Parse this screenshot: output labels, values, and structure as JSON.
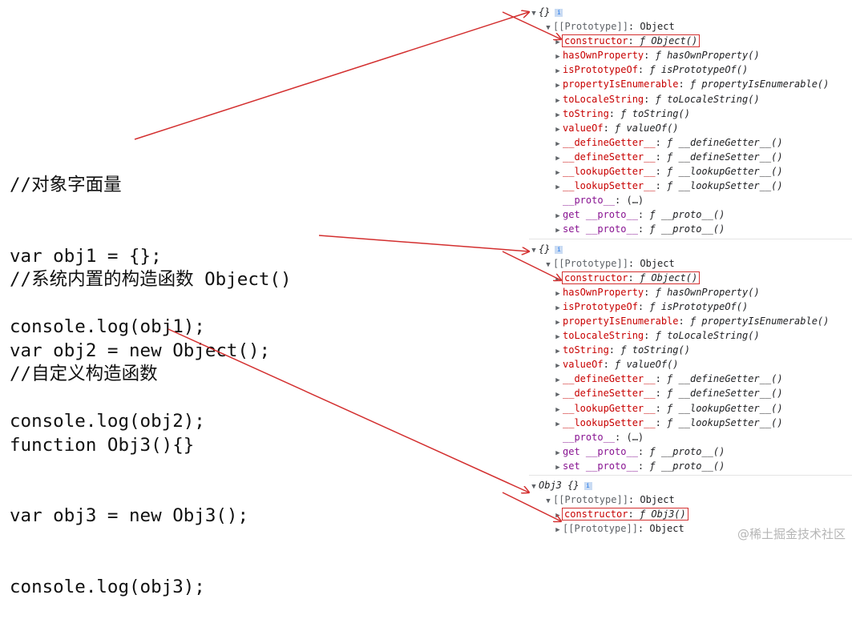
{
  "code": {
    "block1": [
      "//对象字面量",
      "var obj1 = {};",
      "console.log(obj1);"
    ],
    "block2": [
      "//系统内置的构造函数 Object()",
      "var obj2 = new Object();",
      "console.log(obj2);"
    ],
    "block3": [
      "//自定义构造函数",
      "function Obj3(){}",
      "var obj3 = new Obj3();",
      "console.log(obj3);"
    ]
  },
  "console": {
    "info_glyph": "i",
    "triangle_right": "▶",
    "triangle_down": "▼",
    "fsym": "ƒ",
    "entry1": {
      "header": "{}",
      "prototype_label": "[[Prototype]]",
      "prototype_value": "Object",
      "props": [
        {
          "key": "constructor",
          "value": "Object()"
        },
        {
          "key": "hasOwnProperty",
          "value": "hasOwnProperty()"
        },
        {
          "key": "isPrototypeOf",
          "value": "isPrototypeOf()"
        },
        {
          "key": "propertyIsEnumerable",
          "value": "propertyIsEnumerable()"
        },
        {
          "key": "toLocaleString",
          "value": "toLocaleString()"
        },
        {
          "key": "toString",
          "value": "toString()"
        },
        {
          "key": "valueOf",
          "value": "valueOf()"
        },
        {
          "key": "__defineGetter__",
          "value": "__defineGetter__()"
        },
        {
          "key": "__defineSetter__",
          "value": "__defineSetter__()"
        },
        {
          "key": "__lookupGetter__",
          "value": "__lookupGetter__()"
        },
        {
          "key": "__lookupSetter__",
          "value": "__lookupSetter__()"
        }
      ],
      "proto_key": "__proto__",
      "proto_value": "(…)",
      "getter": {
        "label": "get __proto__",
        "value": "__proto__()"
      },
      "setter": {
        "label": "set __proto__",
        "value": "__proto__()"
      }
    },
    "entry2": {
      "header": "{}",
      "prototype_label": "[[Prototype]]",
      "prototype_value": "Object",
      "props": [
        {
          "key": "constructor",
          "value": "Object()"
        },
        {
          "key": "hasOwnProperty",
          "value": "hasOwnProperty()"
        },
        {
          "key": "isPrototypeOf",
          "value": "isPrototypeOf()"
        },
        {
          "key": "propertyIsEnumerable",
          "value": "propertyIsEnumerable()"
        },
        {
          "key": "toLocaleString",
          "value": "toLocaleString()"
        },
        {
          "key": "toString",
          "value": "toString()"
        },
        {
          "key": "valueOf",
          "value": "valueOf()"
        },
        {
          "key": "__defineGetter__",
          "value": "__defineGetter__()"
        },
        {
          "key": "__defineSetter__",
          "value": "__defineSetter__()"
        },
        {
          "key": "__lookupGetter__",
          "value": "__lookupGetter__()"
        },
        {
          "key": "__lookupSetter__",
          "value": "__lookupSetter__()"
        }
      ],
      "proto_key": "__proto__",
      "proto_value": "(…)",
      "getter": {
        "label": "get __proto__",
        "value": "__proto__()"
      },
      "setter": {
        "label": "set __proto__",
        "value": "__proto__()"
      }
    },
    "entry3": {
      "header": "Obj3 {}",
      "prototype_label": "[[Prototype]]",
      "prototype_value": "Object",
      "constructor": {
        "key": "constructor",
        "value": "Obj3()"
      },
      "inner_prototype_label": "[[Prototype]]",
      "inner_prototype_value": "Object"
    }
  },
  "watermark": "@稀土掘金技术社区",
  "colors": {
    "annotation_red": "#d32f2f",
    "prop_name": "#c80000",
    "proto_name": "#881391"
  }
}
